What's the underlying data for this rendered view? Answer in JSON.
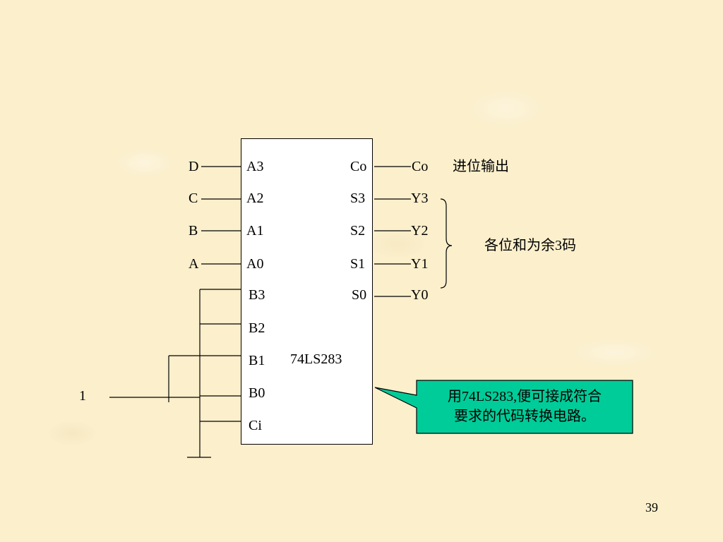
{
  "chip": {
    "name": "74LS283",
    "left_pins": [
      "A3",
      "A2",
      "A1",
      "A0",
      "B3",
      "B2",
      "B1",
      "B0",
      "Ci"
    ],
    "right_pins": [
      "Co",
      "S3",
      "S2",
      "S1",
      "S0"
    ]
  },
  "inputs": [
    "D",
    "C",
    "B",
    "A"
  ],
  "constant_input": "1",
  "outputs": [
    "Co",
    "Y3",
    "Y2",
    "Y1",
    "Y0"
  ],
  "annotations": {
    "carry_out": "进位输出",
    "excess3": "各位和为余3码"
  },
  "callout": {
    "line1": "用74LS283,便可接成符合",
    "line2": "要求的代码转换电路。",
    "fill": "#00cc99"
  },
  "page_number": "39"
}
